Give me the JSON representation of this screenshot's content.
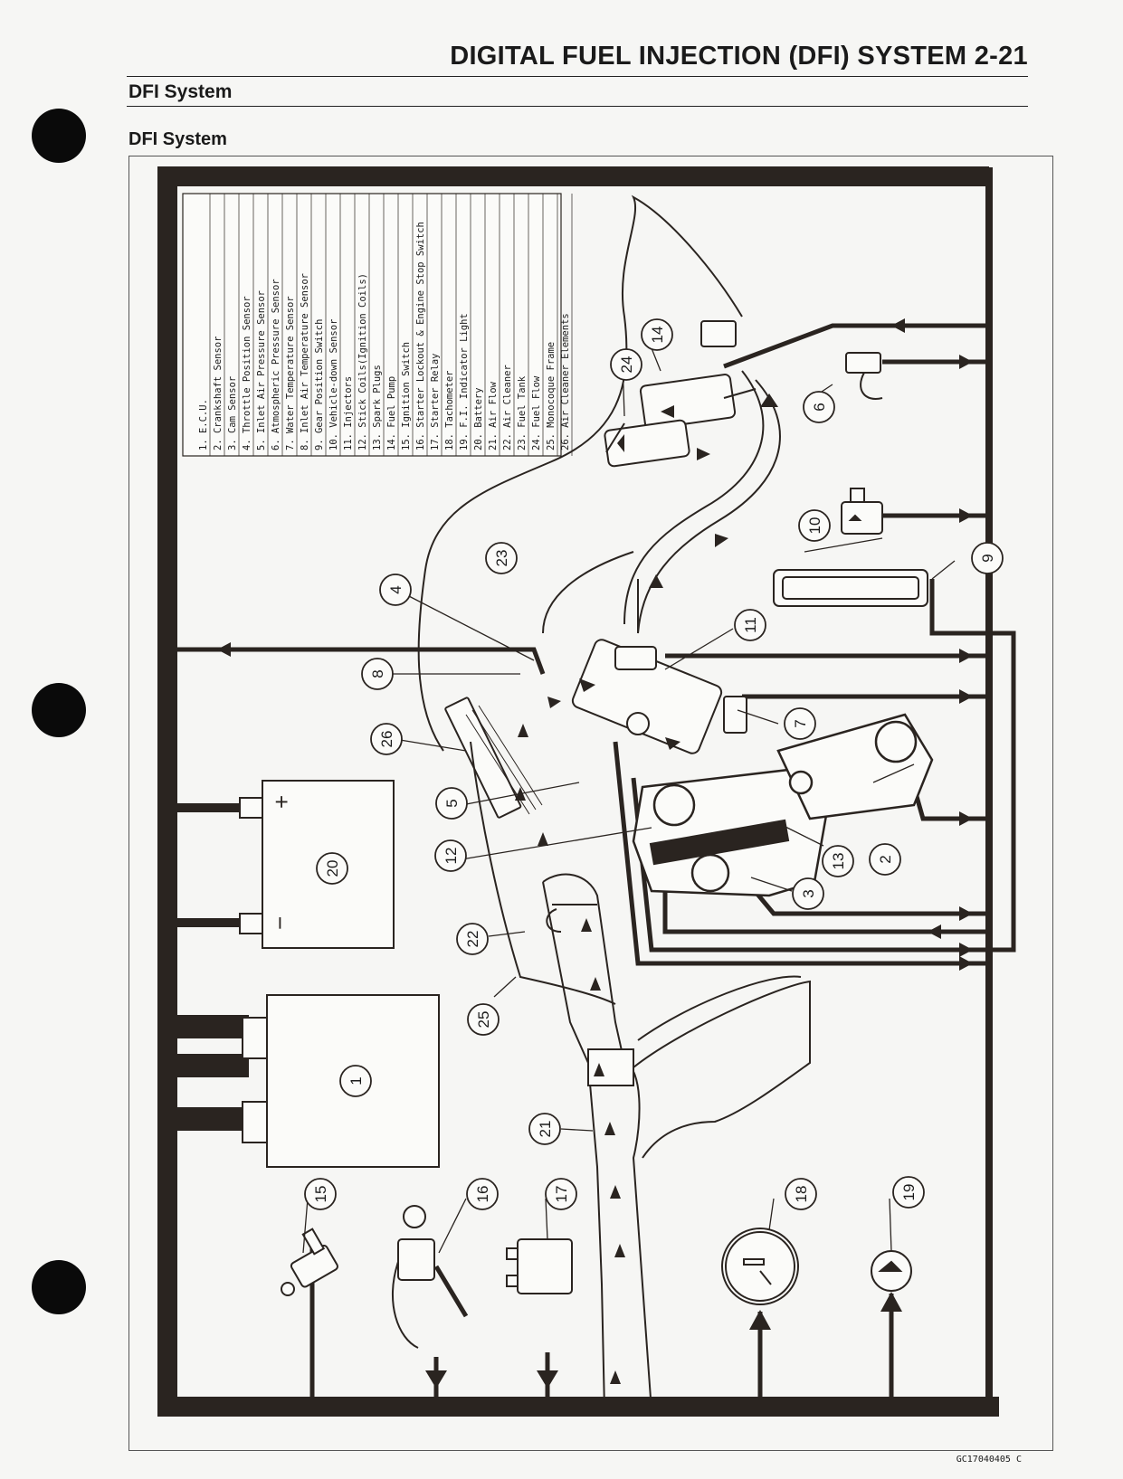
{
  "header": {
    "title": "DIGITAL FUEL INJECTION (DFI) SYSTEM 2-21"
  },
  "section_title": "DFI System",
  "figure_title": "DFI System",
  "legend": [
    "1. E.C.U.",
    "2. Crankshaft Sensor",
    "3. Cam Sensor",
    "4. Throttle Position Sensor",
    "5. Inlet Air Pressure Sensor",
    "6. Atmospheric Pressure Sensor",
    "7. Water Temperature Sensor",
    "8. Inlet Air Temperature Sensor",
    "9. Gear Position Switch",
    "10. Vehicle-down Sensor",
    "11. Injectors",
    "12. Stick Coils(Ignition Coils)",
    "13. Spark Plugs",
    "14. Fuel Pump",
    "15. Ignition Switch",
    "16. Starter Lockout & Engine Stop Switch",
    "17. Starter Relay",
    "18. Tachometer",
    "19. F.I. Indicator Light",
    "20. Battery",
    "21. Air Flow",
    "22. Air Cleaner",
    "23. Fuel Tank",
    "24. Fuel Flow",
    "25. Monocoque Frame",
    "26. Air Cleaner Elements"
  ],
  "callouts": [
    "1",
    "2",
    "3",
    "4",
    "5",
    "6",
    "7",
    "8",
    "9",
    "10",
    "11",
    "12",
    "13",
    "14",
    "15",
    "16",
    "17",
    "18",
    "19",
    "20",
    "21",
    "22",
    "23",
    "24",
    "25",
    "26"
  ],
  "battery_plus": "+",
  "battery_minus": "−",
  "figure_code": "GC17040405 C"
}
